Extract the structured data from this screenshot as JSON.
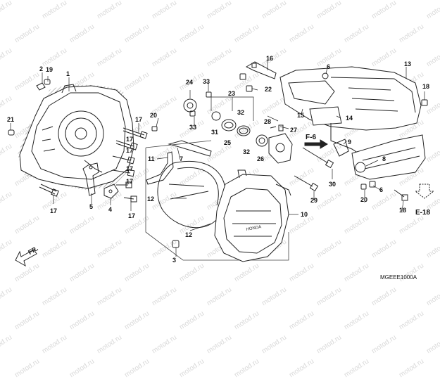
{
  "watermark_text": "motod.ru",
  "diagram_code": "MGEEE1000A",
  "front_label": "FR.",
  "refs": {
    "e18": "E-18",
    "f6": "F-6"
  },
  "part_labels": {
    "p1": "1",
    "p2": "2",
    "p3": "3",
    "p4": "4",
    "p5": "5",
    "p6a": "6",
    "p6b": "6",
    "p7": "7",
    "p8": "8",
    "p9": "9",
    "p10": "10",
    "p11": "11",
    "p12a": "12",
    "p12b": "12",
    "p13": "13",
    "p14": "14",
    "p15": "15",
    "p16": "16",
    "p17a": "17",
    "p17b": "17",
    "p17c": "17",
    "p17d": "17",
    "p17e": "17",
    "p17f": "17",
    "p17g": "17",
    "p18a": "18",
    "p18b": "18",
    "p19": "19",
    "p20a": "20",
    "p20b": "20",
    "p21": "21",
    "p22": "22",
    "p23": "23",
    "p24": "24",
    "p25": "25",
    "p26": "26",
    "p27": "27",
    "p28": "28",
    "p29": "29",
    "p30": "30",
    "p31": "31",
    "p32a": "32",
    "p32b": "32",
    "p33a": "33",
    "p33b": "33"
  },
  "colors": {
    "line": "#222222",
    "hatch": "#cfcfcf",
    "fill": "#ffffff"
  }
}
